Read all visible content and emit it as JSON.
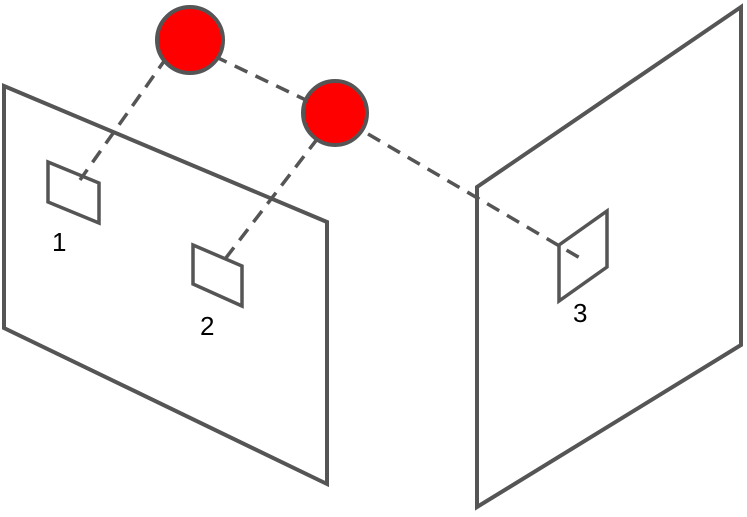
{
  "labels": {
    "window_1": "1",
    "window_2": "2",
    "window_3": "3"
  },
  "colors": {
    "ball_fill": "#ff0000",
    "line_stroke": "#555555",
    "label_text": "#000000"
  }
}
